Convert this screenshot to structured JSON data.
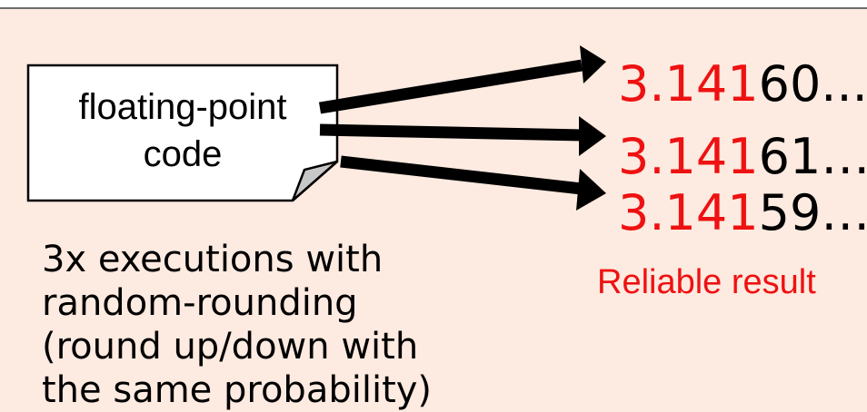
{
  "code_box": {
    "line1": "floating-point",
    "line2": "code"
  },
  "results": [
    {
      "prefix": "3.141",
      "suffix": "60..."
    },
    {
      "prefix": "3.141",
      "suffix": "61…"
    },
    {
      "prefix": "3.141",
      "suffix": "59…"
    }
  ],
  "reliable_label": "Reliable result",
  "caption": {
    "line1": "3x executions with",
    "line2": "random-rounding",
    "line3": "(round up/down with",
    "line4": "the same probability)"
  },
  "colors": {
    "background": "#fdeae0",
    "highlight": "#ee1111",
    "arrow": "#000000"
  }
}
